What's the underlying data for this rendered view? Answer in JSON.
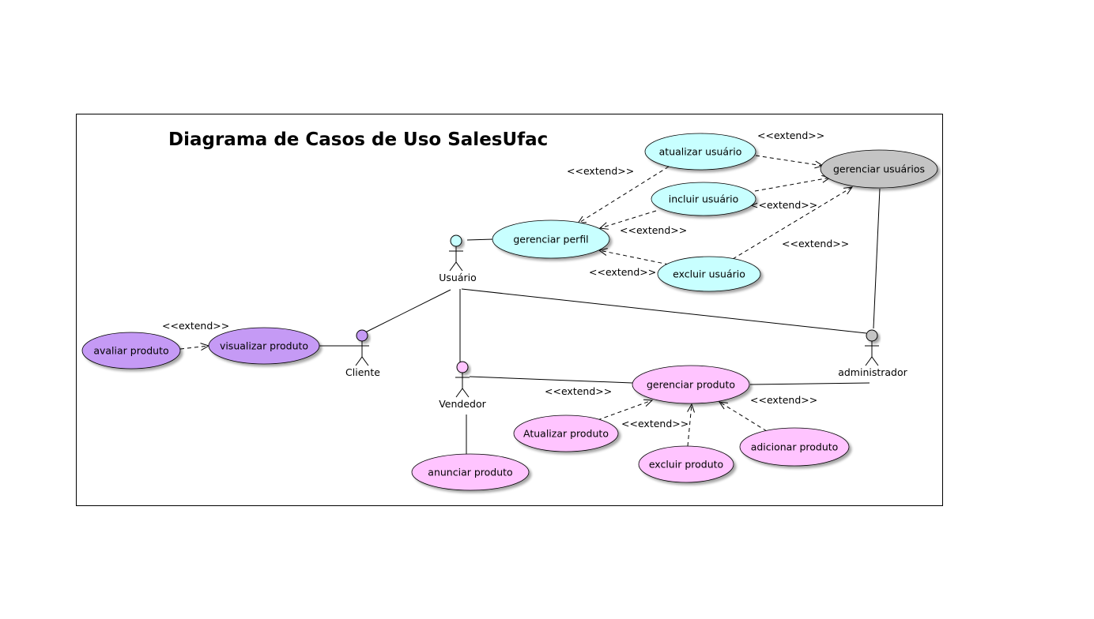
{
  "diagram": {
    "title": "Diagrama de Casos de Uso SalesUfac",
    "stereotype": "<<extend>>",
    "colors": {
      "usuario": "#c8ffff",
      "administrador": "#c4c4c4",
      "cliente": "#c59af5",
      "vendedor": "#ffc4ff",
      "line": "#000000"
    },
    "actors": [
      {
        "id": "usuario",
        "label": "Usuário"
      },
      {
        "id": "cliente",
        "label": "Cliente"
      },
      {
        "id": "vendedor",
        "label": "Vendedor"
      },
      {
        "id": "administrador",
        "label": "administrador"
      }
    ],
    "use_cases": [
      {
        "id": "atualizar_usuario",
        "label": "atualizar usuário"
      },
      {
        "id": "incluir_usuario",
        "label": "incluir usuário"
      },
      {
        "id": "excluir_usuario",
        "label": "excluir usuário"
      },
      {
        "id": "gerenciar_perfil",
        "label": "gerenciar perfil"
      },
      {
        "id": "gerenciar_usuarios",
        "label": "gerenciar usuários"
      },
      {
        "id": "avaliar_produto",
        "label": "avaliar produto"
      },
      {
        "id": "visualizar_produto",
        "label": "visualizar produto"
      },
      {
        "id": "gerenciar_produto",
        "label": "gerenciar produto"
      },
      {
        "id": "atualizar_produto",
        "label": "Atualizar produto"
      },
      {
        "id": "excluir_produto",
        "label": "excluir produto"
      },
      {
        "id": "adicionar_produto",
        "label": "adicionar produto"
      },
      {
        "id": "anunciar_produto",
        "label": "anunciar produto"
      }
    ],
    "associations": [
      {
        "from": "usuario",
        "to": "gerenciar_perfil"
      },
      {
        "from": "cliente",
        "to": "visualizar_produto"
      },
      {
        "from": "cliente",
        "to": "usuario"
      },
      {
        "from": "vendedor",
        "to": "usuario"
      },
      {
        "from": "administrador",
        "to": "usuario"
      },
      {
        "from": "administrador",
        "to": "gerenciar_usuarios"
      },
      {
        "from": "vendedor",
        "to": "gerenciar_produto"
      },
      {
        "from": "administrador",
        "to": "gerenciar_produto"
      },
      {
        "from": "vendedor",
        "to": "anunciar_produto"
      }
    ],
    "extends": [
      {
        "from": "atualizar_usuario",
        "to": "gerenciar_usuarios"
      },
      {
        "from": "incluir_usuario",
        "to": "gerenciar_usuarios"
      },
      {
        "from": "excluir_usuario",
        "to": "gerenciar_usuarios"
      },
      {
        "from": "atualizar_usuario",
        "to": "gerenciar_perfil"
      },
      {
        "from": "incluir_usuario",
        "to": "gerenciar_perfil"
      },
      {
        "from": "excluir_usuario",
        "to": "gerenciar_perfil"
      },
      {
        "from": "avaliar_produto",
        "to": "visualizar_produto"
      },
      {
        "from": "atualizar_produto",
        "to": "gerenciar_produto"
      },
      {
        "from": "excluir_produto",
        "to": "gerenciar_produto"
      },
      {
        "from": "adicionar_produto",
        "to": "gerenciar_produto"
      }
    ]
  }
}
